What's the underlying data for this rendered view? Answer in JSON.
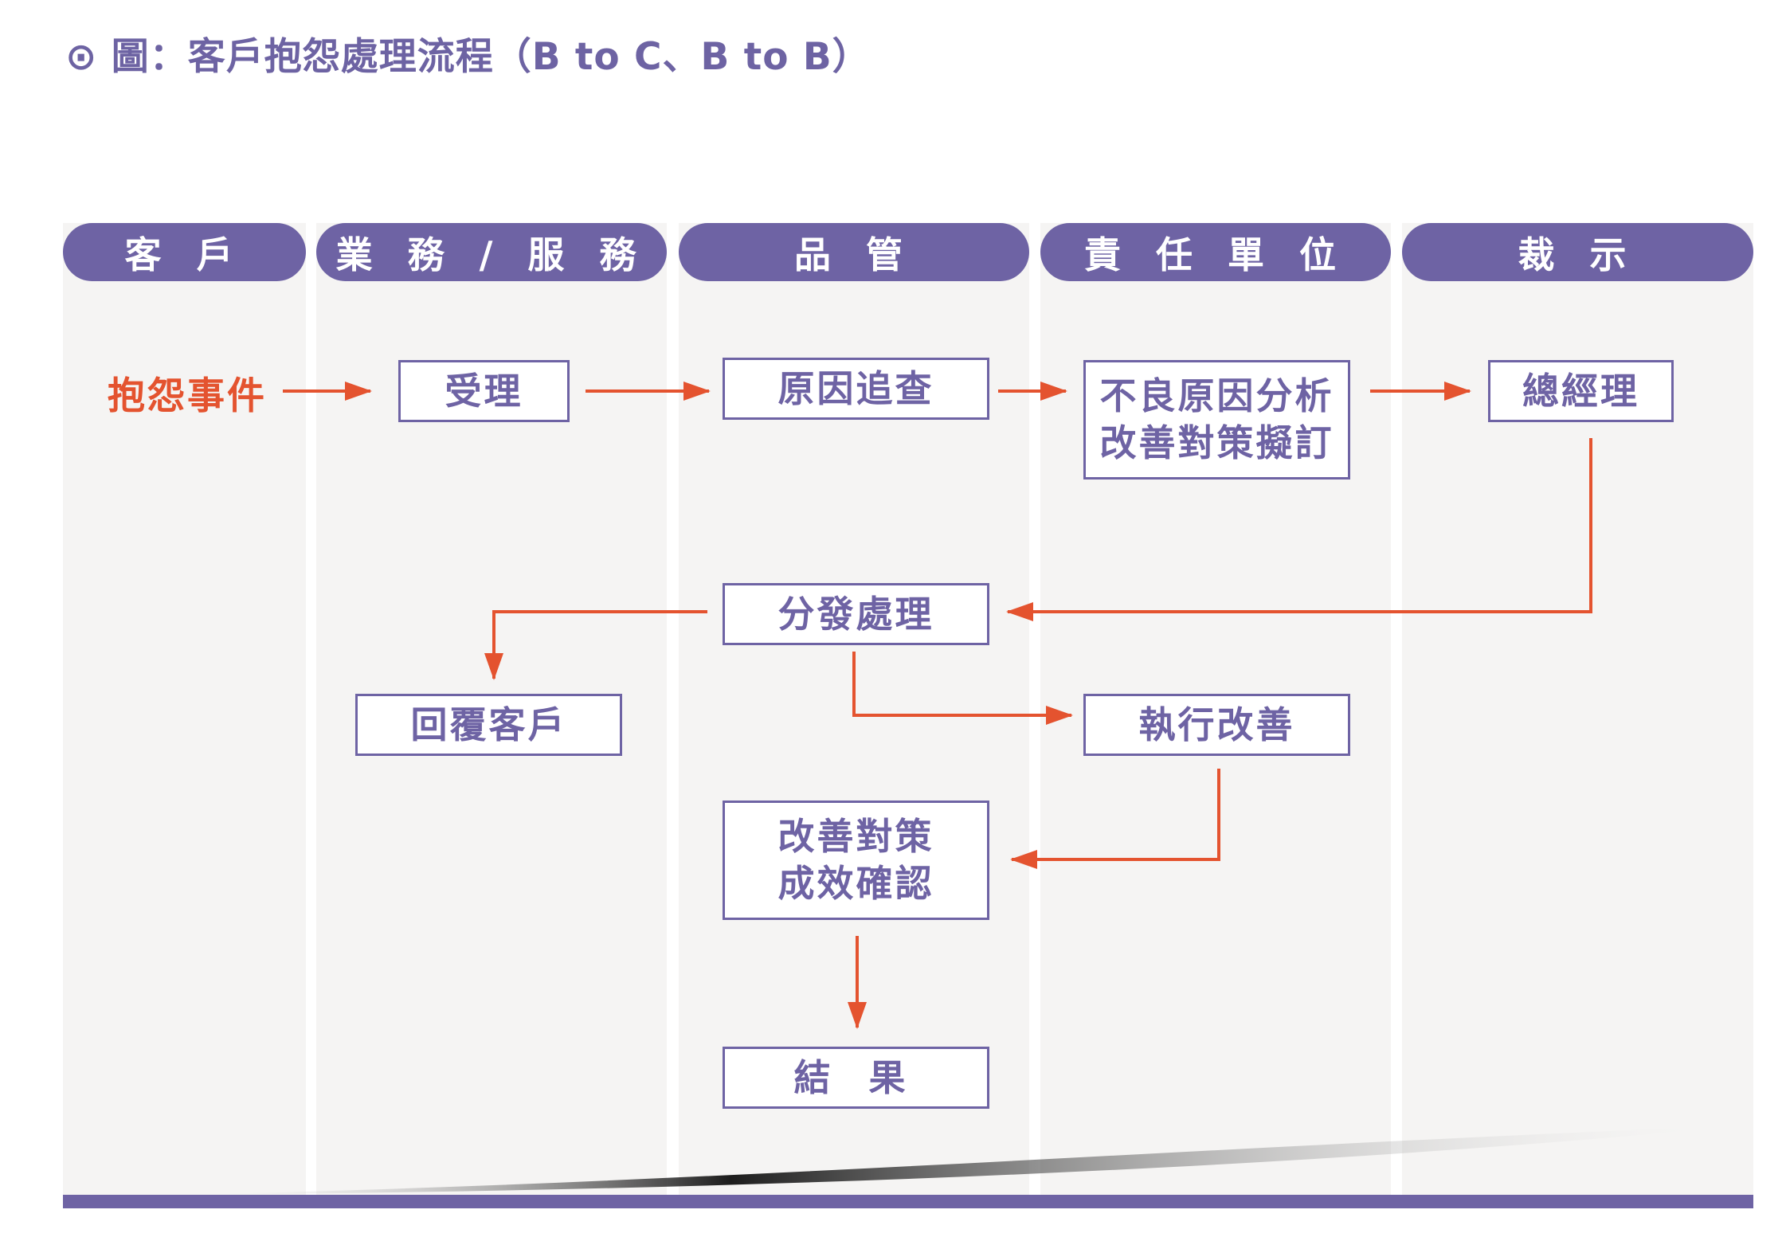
{
  "figure": {
    "title": "⊙ 圖：客戶抱怨處理流程（B to C、B to B）"
  },
  "lanes": [
    "客 戶",
    "業 務 / 服 務",
    "品 管",
    "責 任 單 位",
    "裁 示"
  ],
  "start_event": "抱怨事件",
  "nodes": {
    "accept": "受理",
    "cause_investigation": "原因追查",
    "defect_analysis": [
      "不良原因分析",
      "改善對策擬訂"
    ],
    "general_manager": "總經理",
    "dispatch": "分發處理",
    "reply_customer": "回覆客戶",
    "execute_improvement": "執行改善",
    "verify_effect": [
      "改善對策",
      "成效確認"
    ],
    "result": "結 果"
  },
  "colors": {
    "lane_header": "#6e63a4",
    "arrow": "#e4532f",
    "lane_bg": "#f5f4f3",
    "node_border": "#6e63a4"
  }
}
